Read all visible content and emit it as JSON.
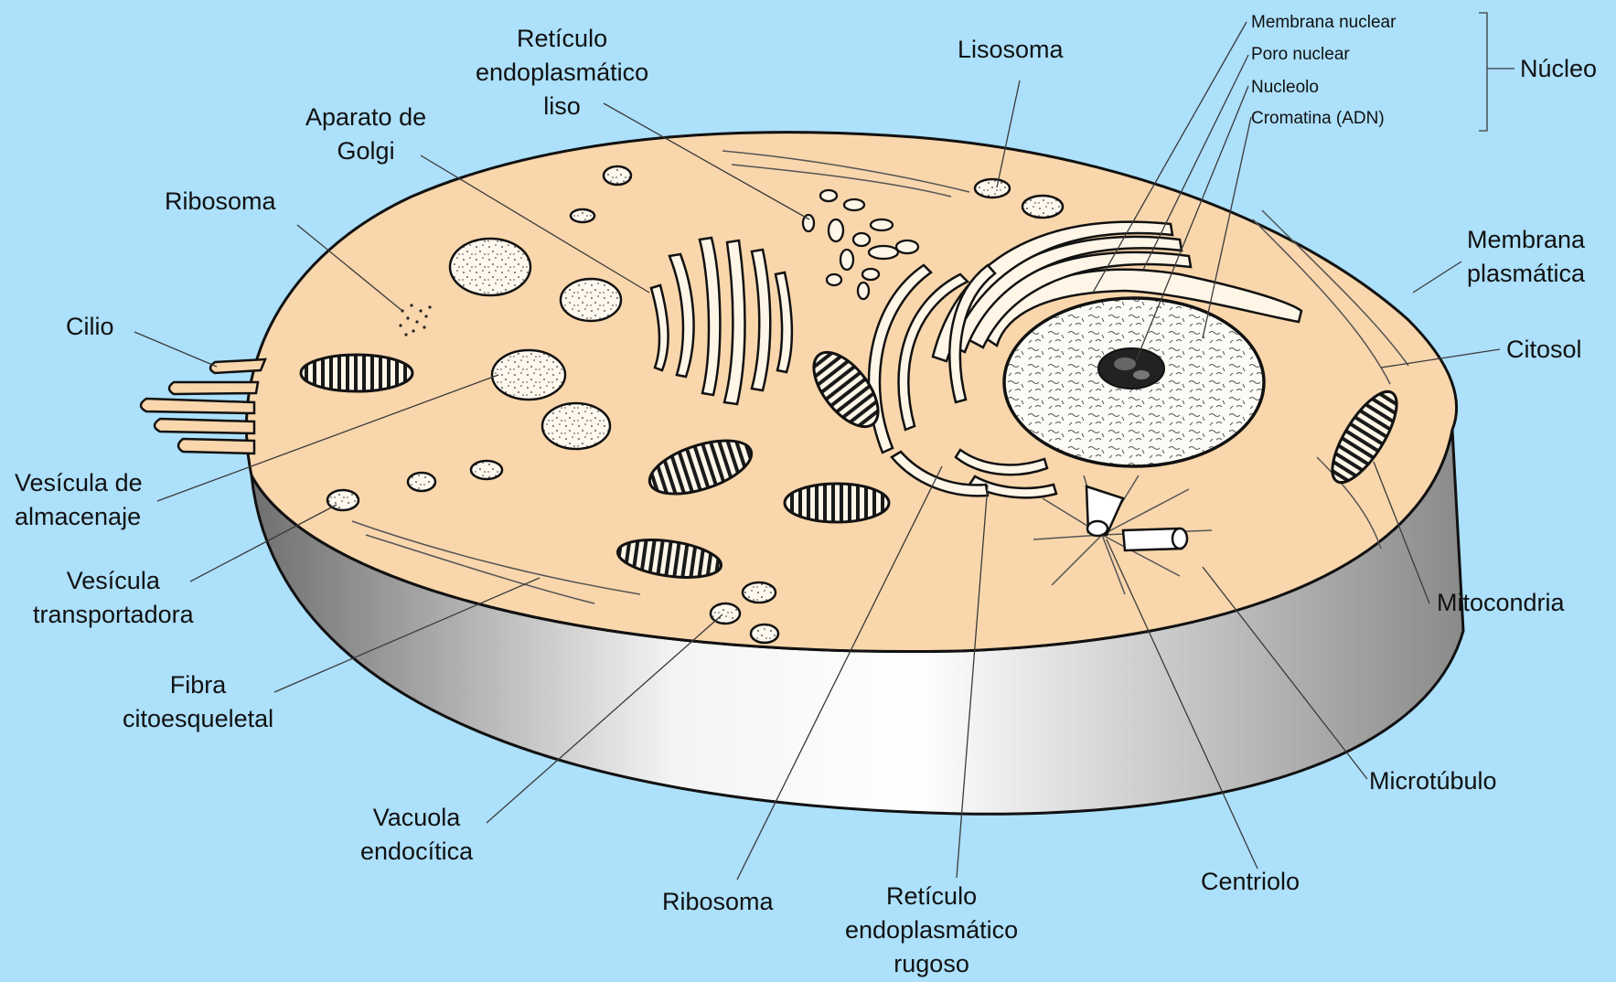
{
  "colors": {
    "background": "#ace0fb",
    "cytoplasm": "#f9d6ac",
    "organelle_fill": "#fff6e8",
    "outline": "#111111",
    "side_light": "#ffffff",
    "side_dark": "#7b7b7b"
  },
  "labels": {
    "reticulo_liso": [
      "Retículo",
      "endoplasmático",
      "liso"
    ],
    "aparato_golgi": [
      "Aparato de",
      "Golgi"
    ],
    "ribosoma_top": "Ribosoma",
    "cilio": "Cilio",
    "vesicula_almacenaje": [
      "Vesícula de",
      "almacenaje"
    ],
    "vesicula_transportadora": [
      "Vesícula",
      "transportadora"
    ],
    "fibra_citoesqueletal": [
      "Fibra",
      "citoesqueletal"
    ],
    "vacuola_endocitica": [
      "Vacuola",
      "endocítica"
    ],
    "ribosoma_bottom": "Ribosoma",
    "reticulo_rugoso": [
      "Retículo",
      "endoplasmático",
      "rugoso"
    ],
    "centriolo": "Centriolo",
    "microtubulo": "Microtúbulo",
    "mitocondria": "Mitocondria",
    "citosol": "Citosol",
    "membrana_plasmatica": [
      "Membrana",
      "plasmática"
    ],
    "lisosoma": "Lisosoma",
    "membrana_nuclear": "Membrana nuclear",
    "poro_nuclear": "Poro nuclear",
    "nucleolo": "Nucleolo",
    "cromatina": "Cromatina (ADN)",
    "nucleo": "Núcleo"
  }
}
